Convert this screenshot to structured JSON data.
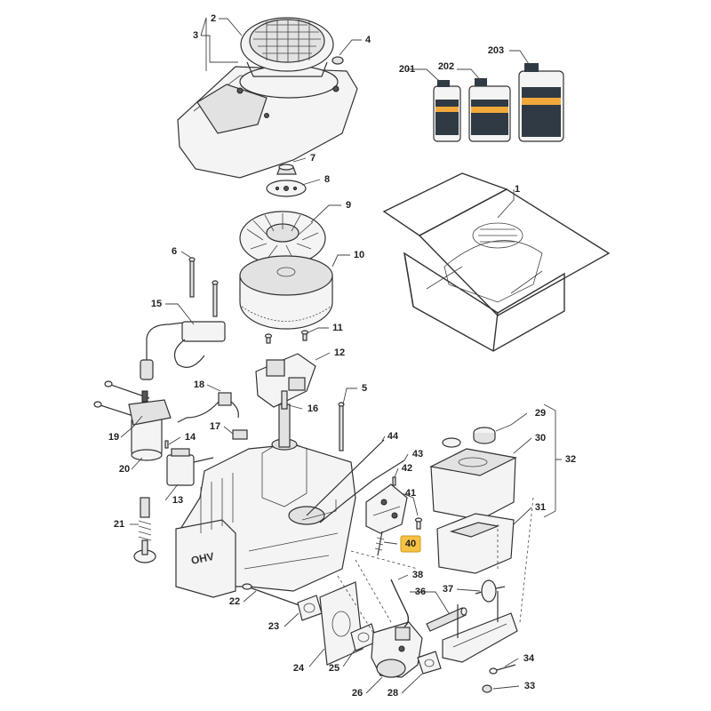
{
  "diagram": {
    "callouts": [
      {
        "id": "1",
        "text": "1"
      },
      {
        "id": "2",
        "text": "2"
      },
      {
        "id": "3",
        "text": "3"
      },
      {
        "id": "4",
        "text": "4"
      },
      {
        "id": "5",
        "text": "5"
      },
      {
        "id": "6",
        "text": "6"
      },
      {
        "id": "7",
        "text": "7"
      },
      {
        "id": "8",
        "text": "8"
      },
      {
        "id": "9",
        "text": "9"
      },
      {
        "id": "10",
        "text": "10"
      },
      {
        "id": "11",
        "text": "11"
      },
      {
        "id": "12",
        "text": "12"
      },
      {
        "id": "13",
        "text": "13"
      },
      {
        "id": "14",
        "text": "14"
      },
      {
        "id": "15",
        "text": "15"
      },
      {
        "id": "16",
        "text": "16"
      },
      {
        "id": "17",
        "text": "17"
      },
      {
        "id": "18",
        "text": "18"
      },
      {
        "id": "19",
        "text": "19"
      },
      {
        "id": "20",
        "text": "20"
      },
      {
        "id": "21",
        "text": "21"
      },
      {
        "id": "22",
        "text": "22"
      },
      {
        "id": "23",
        "text": "23"
      },
      {
        "id": "24",
        "text": "24"
      },
      {
        "id": "25",
        "text": "25"
      },
      {
        "id": "26",
        "text": "26"
      },
      {
        "id": "28",
        "text": "28"
      },
      {
        "id": "29",
        "text": "29"
      },
      {
        "id": "30",
        "text": "30"
      },
      {
        "id": "31",
        "text": "31"
      },
      {
        "id": "32",
        "text": "32"
      },
      {
        "id": "33",
        "text": "33"
      },
      {
        "id": "34",
        "text": "34"
      },
      {
        "id": "36",
        "text": "36"
      },
      {
        "id": "37",
        "text": "37"
      },
      {
        "id": "38",
        "text": "38"
      },
      {
        "id": "40",
        "text": "40"
      },
      {
        "id": "41",
        "text": "41"
      },
      {
        "id": "42",
        "text": "42"
      },
      {
        "id": "43",
        "text": "43"
      },
      {
        "id": "44",
        "text": "44"
      },
      {
        "id": "201",
        "text": "201"
      },
      {
        "id": "202",
        "text": "202"
      },
      {
        "id": "203",
        "text": "203"
      }
    ],
    "highlighted_callout": "40",
    "engine_block_marking": "OHV",
    "colors": {
      "highlight": "#f6c243",
      "line": "#333333",
      "bottle_label": "#f2a93b"
    }
  }
}
